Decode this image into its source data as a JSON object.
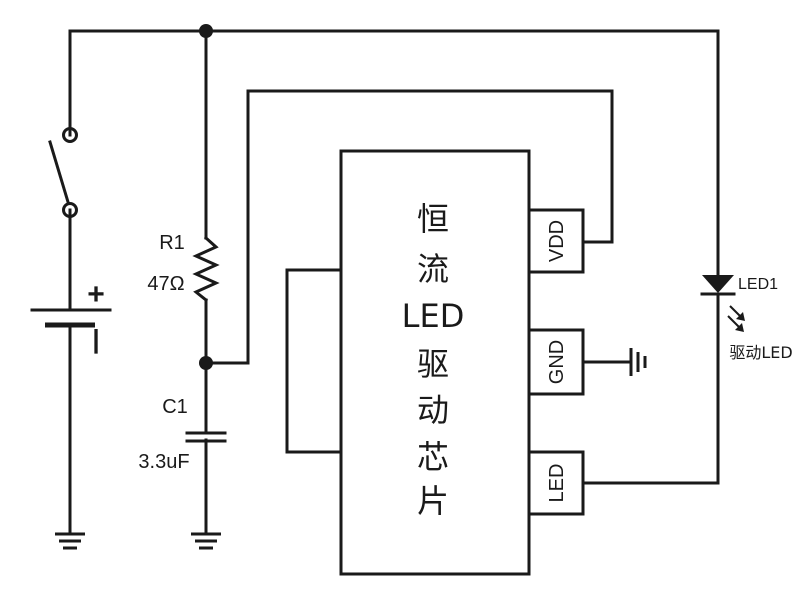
{
  "diagram": {
    "colors": {
      "ink": "#1a1a1a",
      "background": "#ffffff"
    },
    "chip": {
      "title_lines": [
        "恒",
        "流",
        "LED",
        "驱",
        "动",
        "芯",
        "片"
      ],
      "pins": {
        "vdd": "VDD",
        "gnd": "GND",
        "led": "LED"
      }
    },
    "r1": {
      "name": "R1",
      "value": "47Ω"
    },
    "c1": {
      "name": "C1",
      "value": "3.3uF"
    },
    "battery": {
      "plus": "+",
      "minus": "-"
    },
    "led1": {
      "name": "LED1",
      "caption": "驱动LED"
    }
  }
}
